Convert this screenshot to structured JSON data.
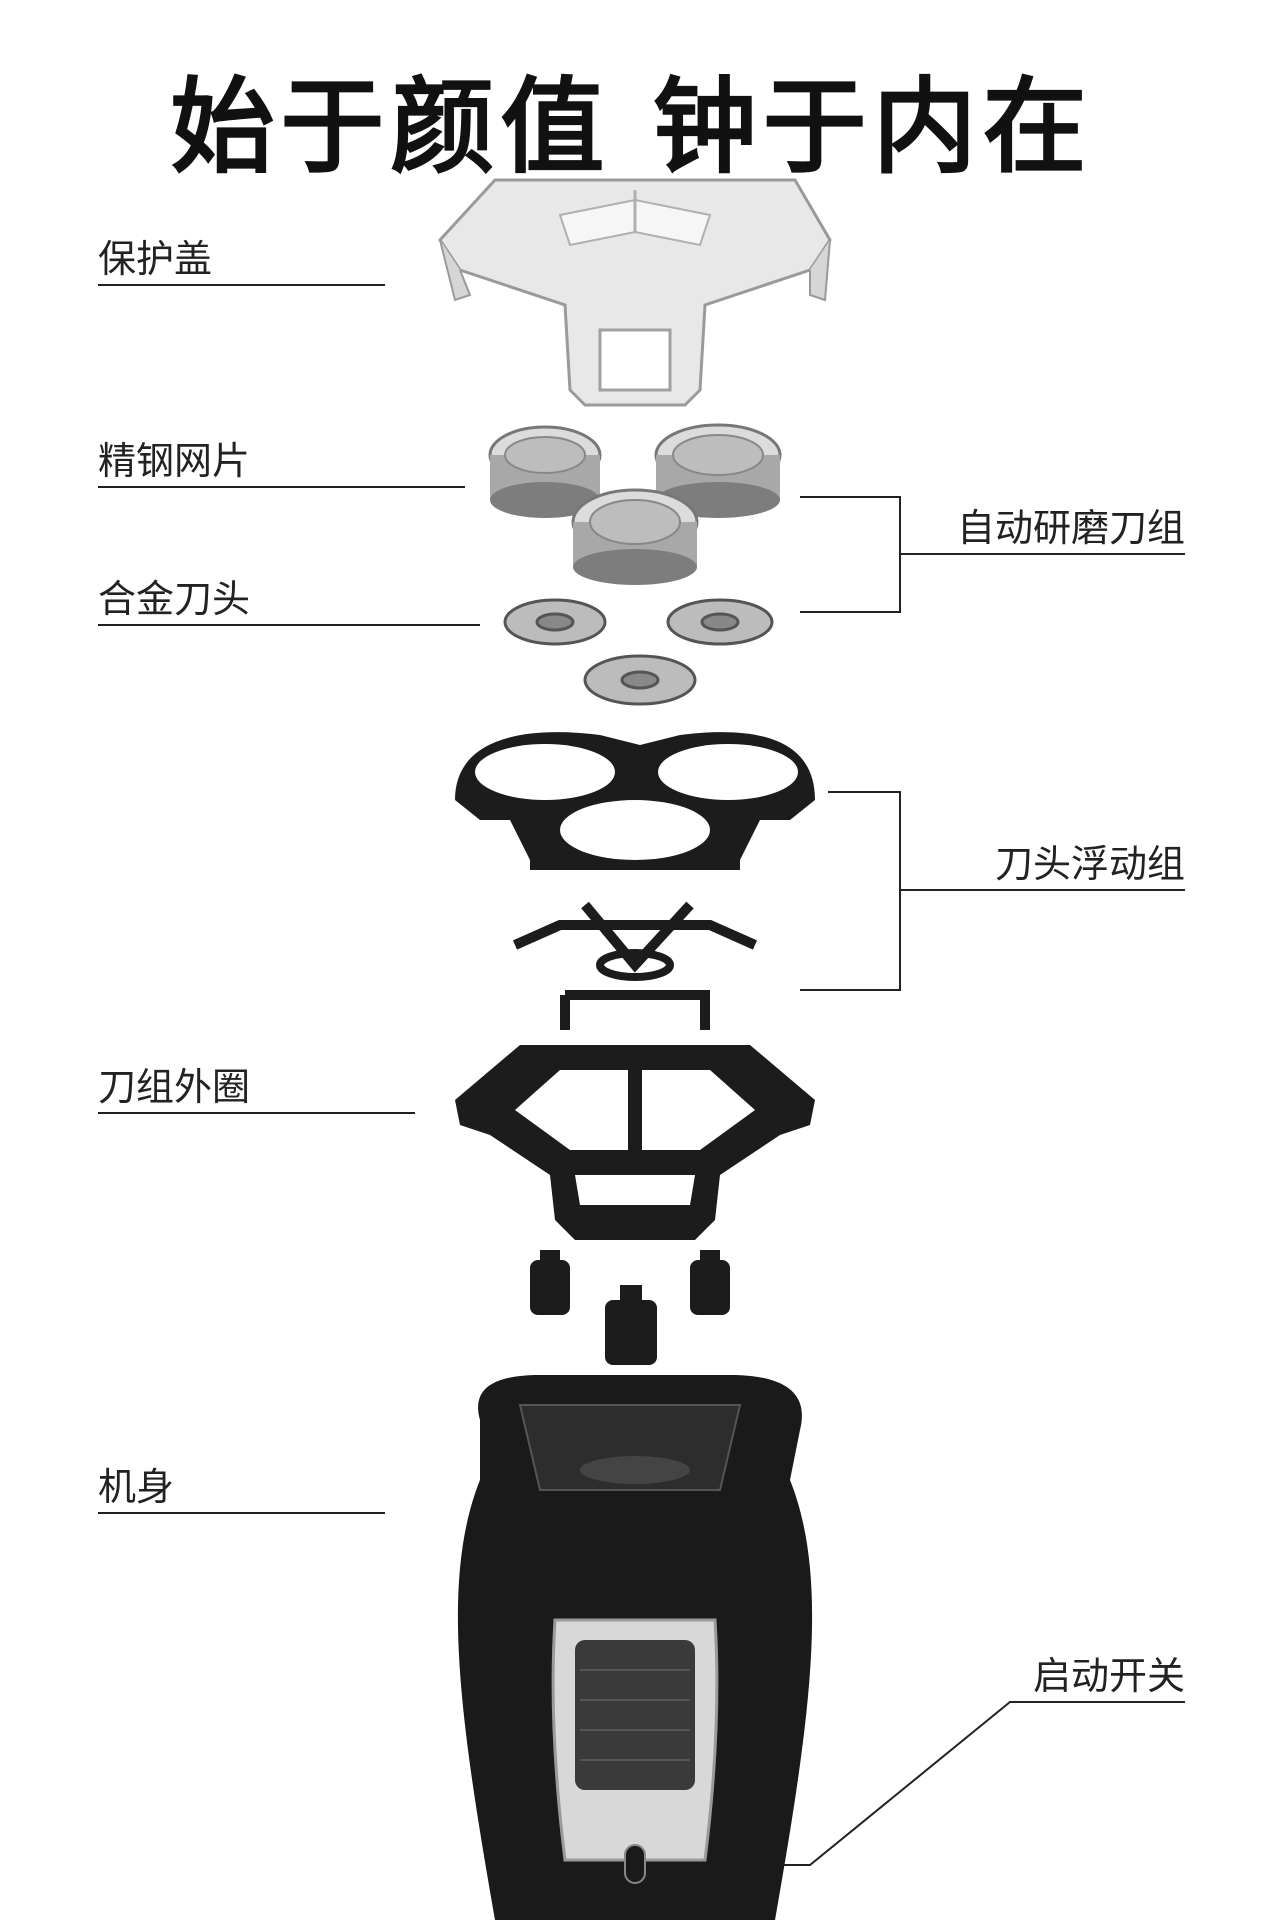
{
  "title": "始于颜值 钟于内在",
  "labels": {
    "cover": "保护盖",
    "mesh": "精钢网片",
    "alloy_blade": "合金刀头",
    "grinding_group": "自动研磨刀组",
    "floating_group": "刀头浮动组",
    "outer_ring": "刀组外圈",
    "body": "机身",
    "switch": "启动开关"
  },
  "colors": {
    "line": "#222222",
    "dark_part": "#1c1c1c",
    "metal": "#c9c9c9",
    "clear_plastic": "#e6e6e6"
  }
}
